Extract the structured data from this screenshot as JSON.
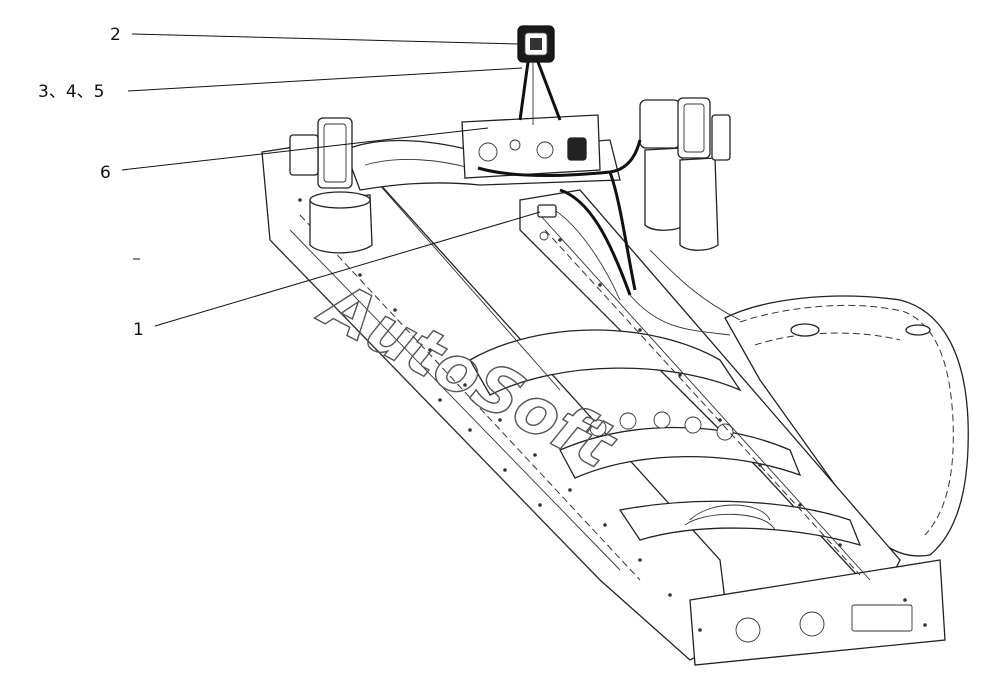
{
  "callouts": [
    {
      "label": "2"
    },
    {
      "label": "3、4、5"
    },
    {
      "label": "6"
    },
    {
      "label": "1"
    }
  ],
  "watermark": "AutoSoft"
}
